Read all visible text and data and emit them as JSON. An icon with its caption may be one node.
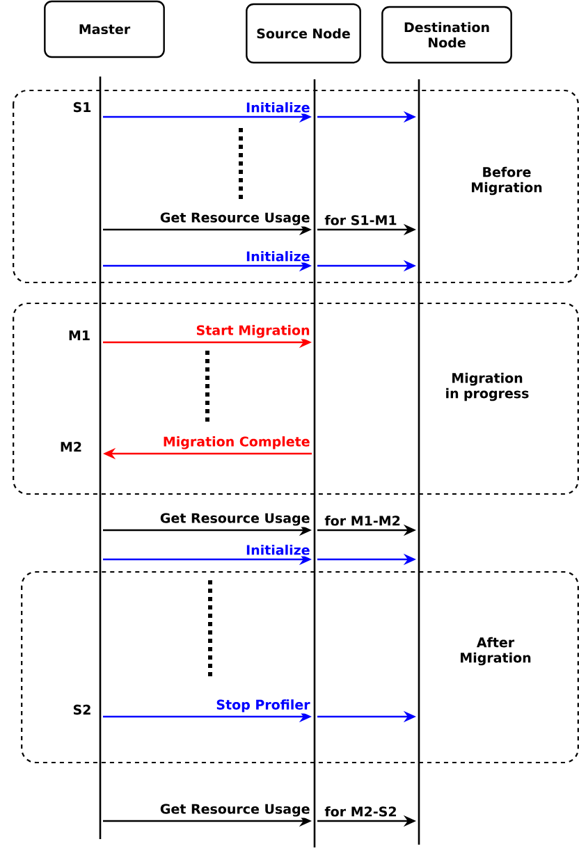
{
  "diagram": {
    "nodes": [
      {
        "text": [
          "Master"
        ]
      },
      {
        "text": [
          "Source Node"
        ]
      },
      {
        "text": [
          "Destination Node"
        ]
      }
    ],
    "edges": [
      {
        "from": 0,
        "to": 1,
        "arrow": "to",
        "label": "Initialize"
      },
      {
        "from": 1,
        "to": 2,
        "arrow": "to"
      },
      {
        "from": 0,
        "to": 1,
        "arrow": "to",
        "label": "Get Resource Usage",
        "color": "#000000"
      },
      {
        "from": 1,
        "to": 2,
        "arrow": "to",
        "label": "for S1-M1",
        "color": "#000000"
      },
      {
        "from": 0,
        "to": 1,
        "arrow": "to",
        "label": "Initialize"
      },
      {
        "from": 1,
        "to": 2,
        "arrow": "to"
      },
      {
        "from": 0,
        "to": 1,
        "arrow": "to",
        "label": "Start Migration",
        "color": "#ff0000"
      },
      {
        "from": 1,
        "to": 0,
        "arrow": "to",
        "label": "Migration Complete",
        "color": "#ff0000"
      },
      {
        "from": 0,
        "to": 1,
        "arrow": "to",
        "label": "Get Resource Usage",
        "color": "#000000"
      },
      {
        "from": 1,
        "to": 2,
        "arrow": "to",
        "label": "for M1-M2",
        "color": "#000000"
      },
      {
        "from": 0,
        "to": 1,
        "arrow": "to",
        "label": "Initialize"
      },
      {
        "from": 1,
        "to": 2,
        "arrow": "to"
      },
      {
        "from": 0,
        "to": 1,
        "arrow": "to",
        "label": "Stop Profiler"
      },
      {
        "from": 1,
        "to": 2,
        "arrow": "to"
      },
      {
        "from": 0,
        "to": 1,
        "arrow": "to",
        "label": "Get Resource Usage",
        "color": "#000000"
      },
      {
        "from": 1,
        "to": 2,
        "arrow": "to",
        "label": "for M2-S2",
        "color": "#000000"
      }
    ],
    "labels": [
      "S1",
      "Before Migration",
      "M1",
      "Migration in progress",
      "M2",
      "After Migration",
      "S2"
    ]
  }
}
